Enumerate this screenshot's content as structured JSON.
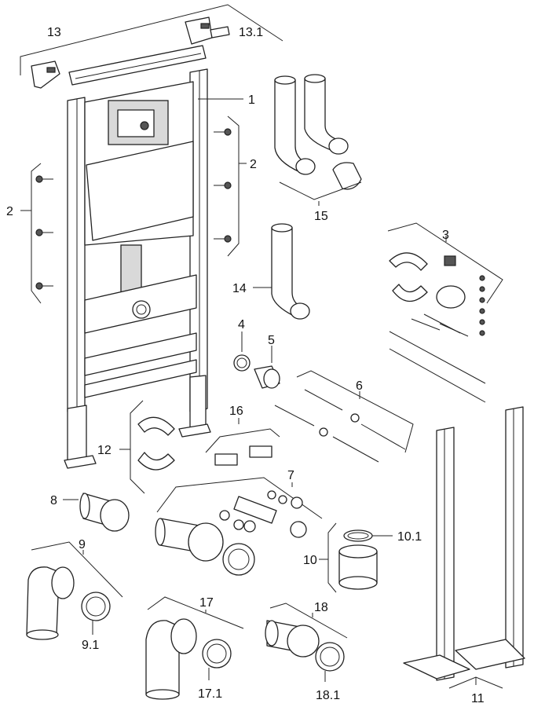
{
  "labels": {
    "l1": "1",
    "l2a": "2",
    "l2b": "2",
    "l3": "3",
    "l4": "4",
    "l5": "5",
    "l6": "6",
    "l7": "7",
    "l8": "8",
    "l9": "9",
    "l9_1": "9.1",
    "l10": "10",
    "l10_1": "10.1",
    "l11": "11",
    "l12": "12",
    "l13": "13",
    "l13_1": "13.1",
    "l14": "14",
    "l15": "15",
    "l16": "16",
    "l17": "17",
    "l17_1": "17.1",
    "l18": "18",
    "l18_1": "18.1"
  }
}
